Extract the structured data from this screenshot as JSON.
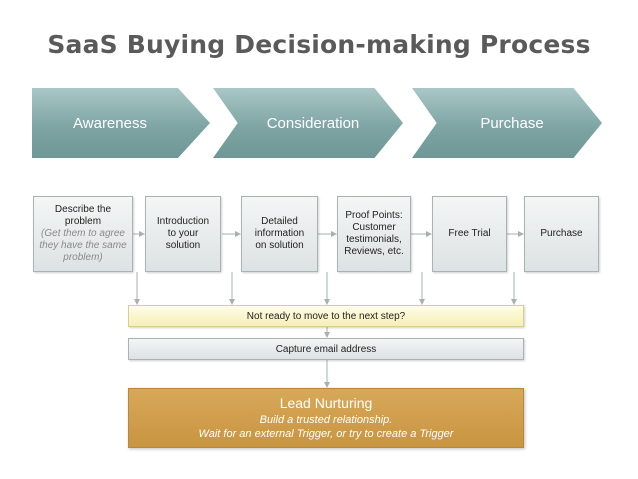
{
  "title": "SaaS Buying Decision-making Process",
  "stages": [
    {
      "label": "Awareness"
    },
    {
      "label": "Consideration"
    },
    {
      "label": "Purchase"
    }
  ],
  "steps": [
    {
      "lines": [
        "Describe the",
        "problem"
      ],
      "sub": [
        "(Get them to agree",
        "they have the same",
        "problem)"
      ]
    },
    {
      "lines": [
        "Introduction",
        "to your",
        "solution"
      ]
    },
    {
      "lines": [
        "Detailed",
        "information",
        "on solution"
      ]
    },
    {
      "lines": [
        "Proof Points:",
        "Customer",
        "testimonials,",
        "Reviews, etc."
      ]
    },
    {
      "lines": [
        "Free Trial"
      ]
    },
    {
      "lines": [
        "Purchase"
      ]
    }
  ],
  "not_ready": "Not ready to move to the next step?",
  "capture": "Capture email address",
  "lead": {
    "heading": "Lead Nurturing",
    "line1": "Build a trusted relationship.",
    "line2": "Wait for an external Trigger, or try to create a Trigger"
  },
  "colors": {
    "stage": "#7ea5a4",
    "step_box": "#e6eaea",
    "not_ready": "#f9f3c4",
    "lead": "#cf9c4a",
    "connector": "#a6b1b1"
  }
}
